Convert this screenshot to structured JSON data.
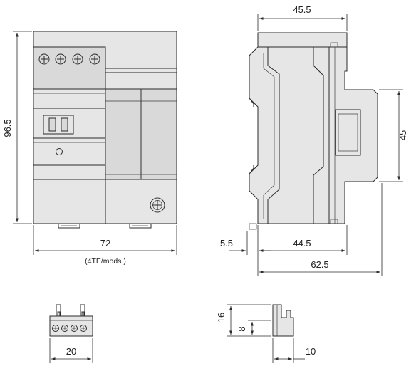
{
  "dimensions": {
    "front_width": "72",
    "front_width_note": "(4TE/mods.)",
    "front_height": "96.5",
    "side_top_width": "45.5",
    "side_module_height": "45",
    "side_rail_offset": "5.5",
    "side_depth_body": "44.5",
    "side_depth_total": "62.5",
    "plug_width": "20",
    "plug_height_total": "16",
    "plug_height_partial": "8",
    "plug_depth": "10"
  }
}
